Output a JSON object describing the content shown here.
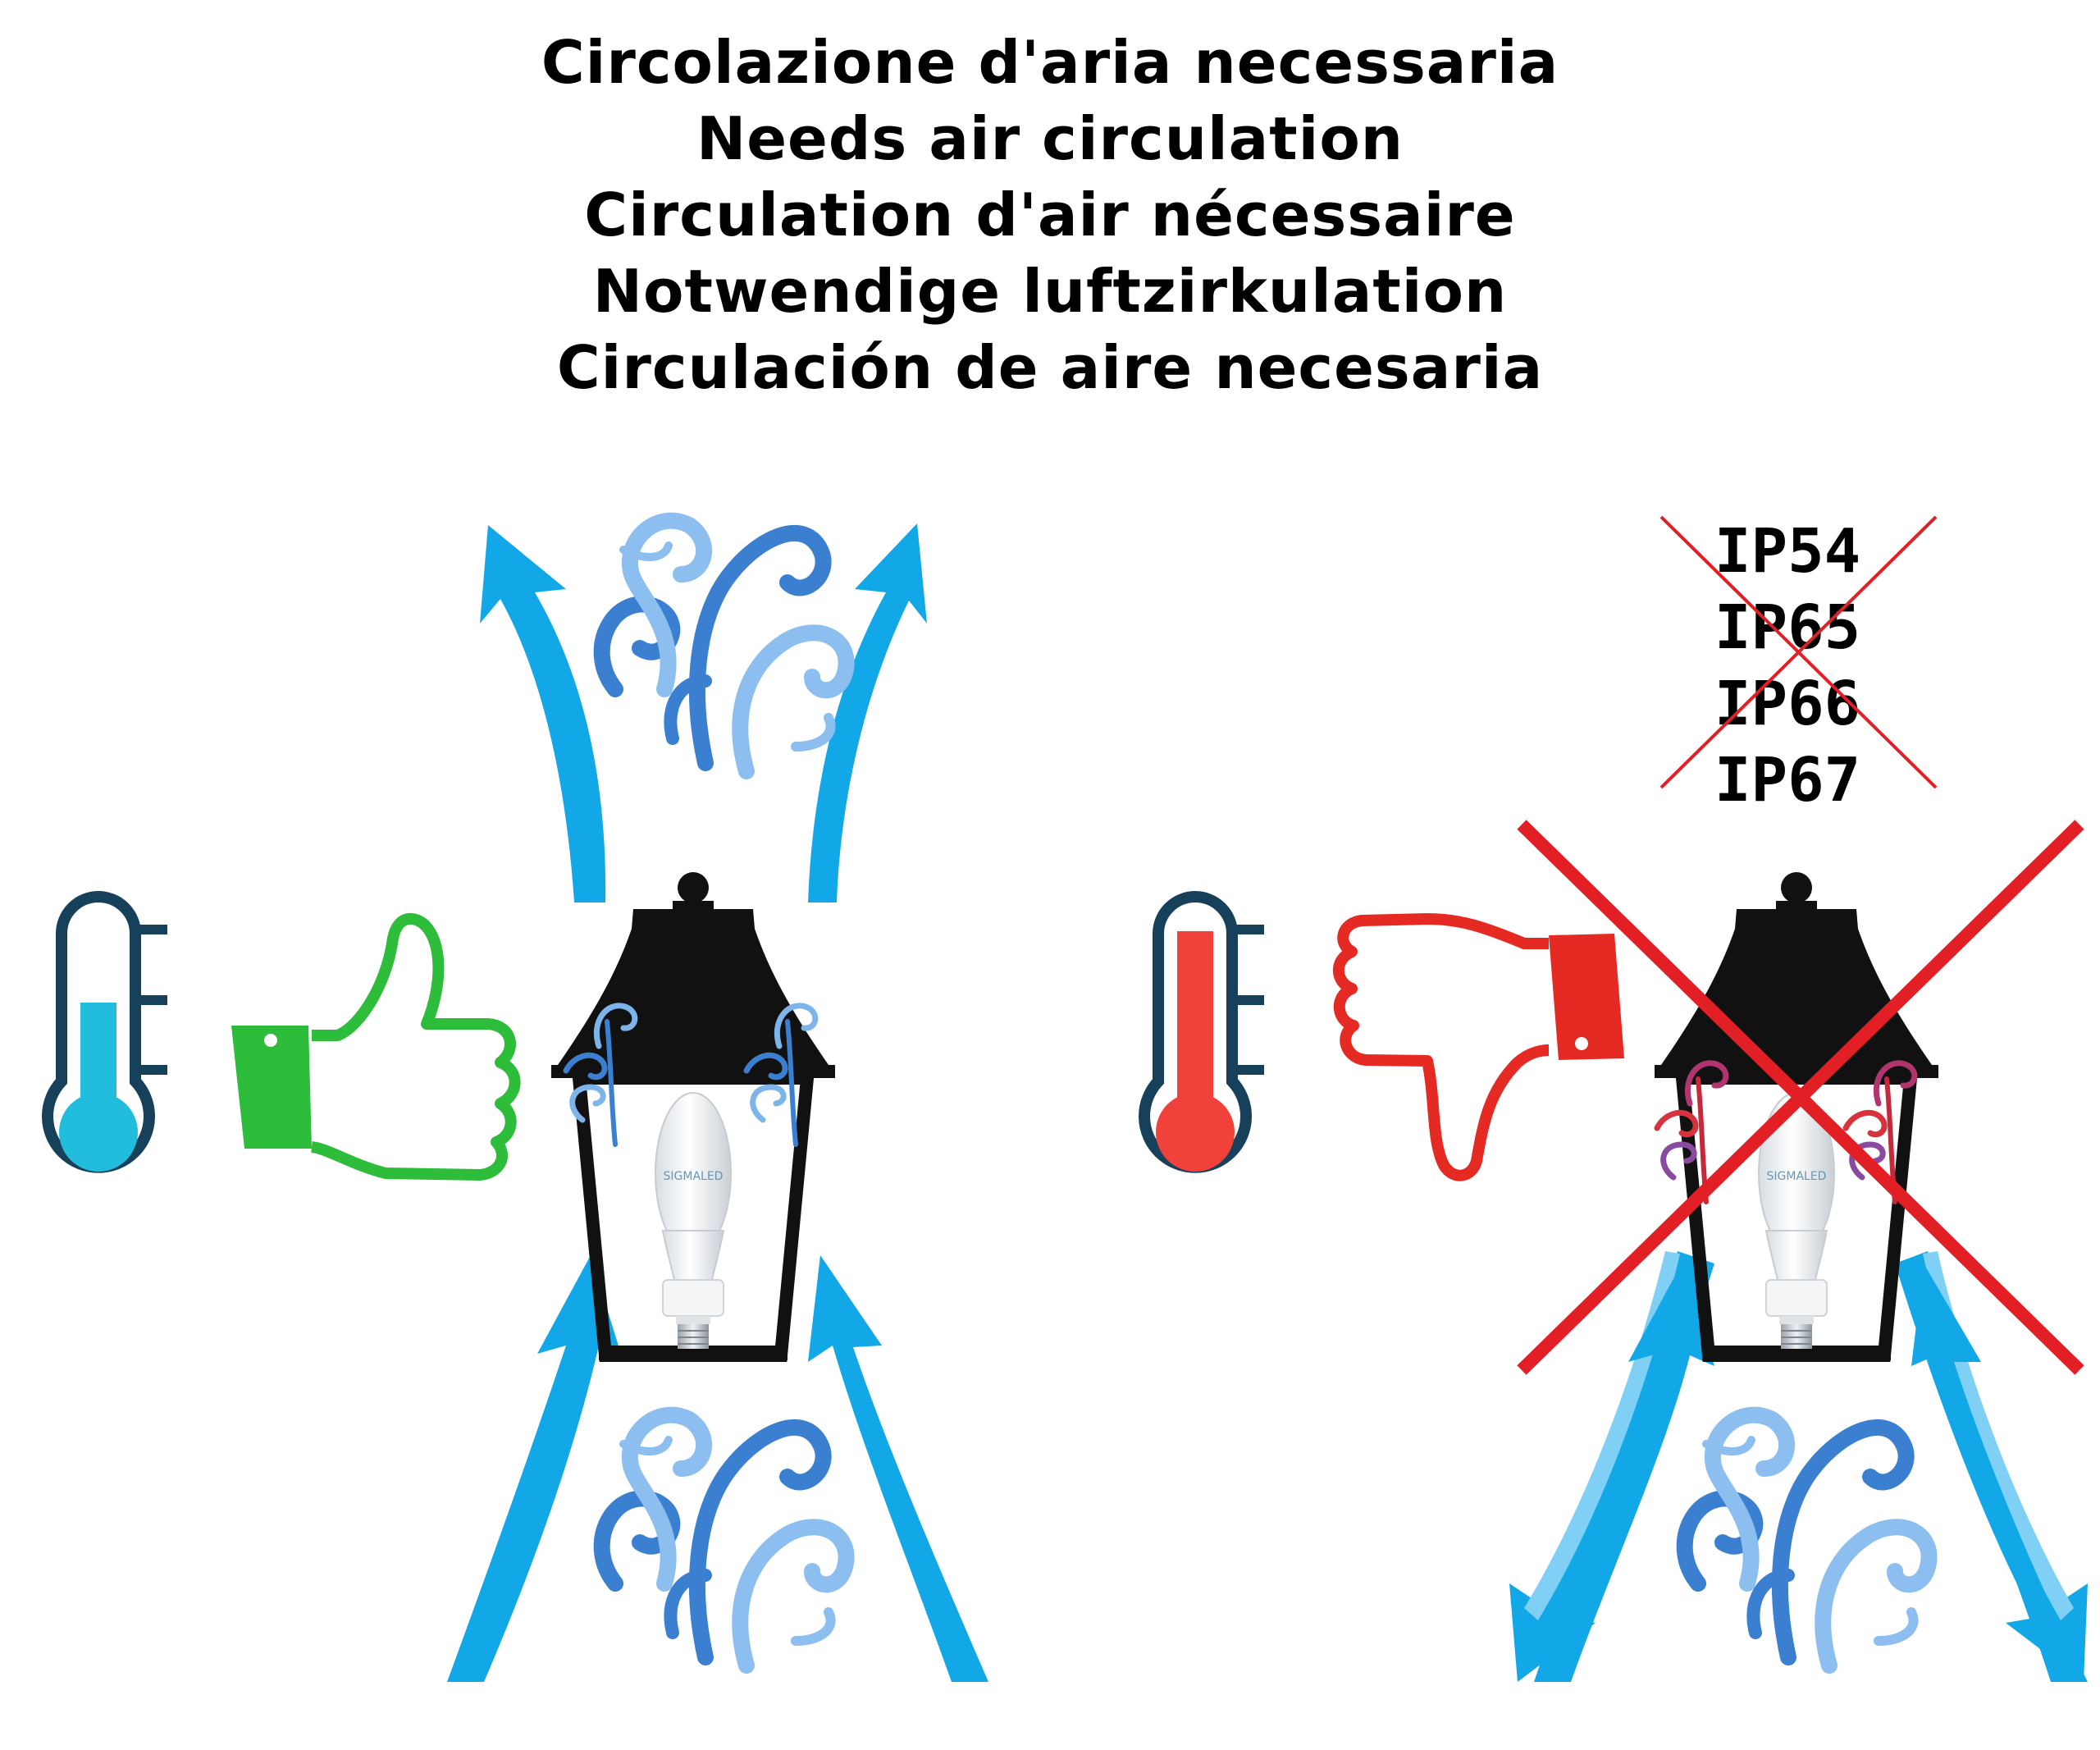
{
  "title_lines": [
    "Circolazione d'aria necessaria",
    "Needs air circulation",
    "Circulation d'air nécessaire",
    "Notwendige luftzirkulation",
    "Circulación de aire necesaria"
  ],
  "ip_ratings": [
    "IP54",
    "IP65",
    "IP66",
    "IP67"
  ],
  "bulb_brand": "SIGMALED",
  "colors": {
    "airflow_arrow": "#12a8e8",
    "wind_swirl": "#3b7fd0",
    "wind_swirl_light": "#8cbff0",
    "good_thumb": "#2dbd3a",
    "bad_thumb": "#e52a24",
    "thermo_outline": "#17405a",
    "thermo_cold": "#22bcdc",
    "thermo_hot": "#f0413a",
    "cross": "#e31f26",
    "lantern": "#111111"
  },
  "icons": {
    "left": [
      "thermometer-cold-icon",
      "thumbs-up-icon",
      "lantern-icon",
      "bulb-icon",
      "wind-icon",
      "arrow-up-icon"
    ],
    "right": [
      "thermometer-hot-icon",
      "thumbs-down-icon",
      "lantern-icon",
      "bulb-icon",
      "wind-icon",
      "arrow-down-icon",
      "cross-icon"
    ]
  }
}
